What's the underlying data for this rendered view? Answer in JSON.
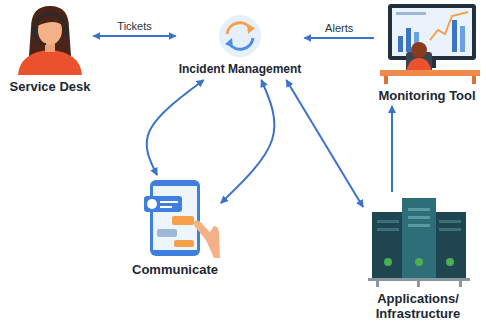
{
  "diagram": {
    "nodes": [
      {
        "text": [
          "Service Desk"
        ]
      },
      {
        "text": [
          "Incident Management"
        ]
      },
      {
        "text": [
          "Monitoring Tool"
        ]
      },
      {
        "text": [
          "Communicate"
        ]
      },
      {
        "text": [
          "Applications/ Infrastructure"
        ]
      }
    ],
    "edges": [
      {
        "from": 0,
        "to": 1,
        "label": "Tickets",
        "arrow": "both"
      },
      {
        "from": 2,
        "to": 1,
        "label": "Alerts",
        "arrow": "to"
      },
      {
        "from": 1,
        "to": 3,
        "arrow": "both"
      },
      {
        "from": 1,
        "to": 3,
        "arrow": "both"
      },
      {
        "from": 1,
        "to": 4,
        "arrow": "both"
      },
      {
        "from": 4,
        "to": 2,
        "arrow": "to"
      }
    ]
  }
}
